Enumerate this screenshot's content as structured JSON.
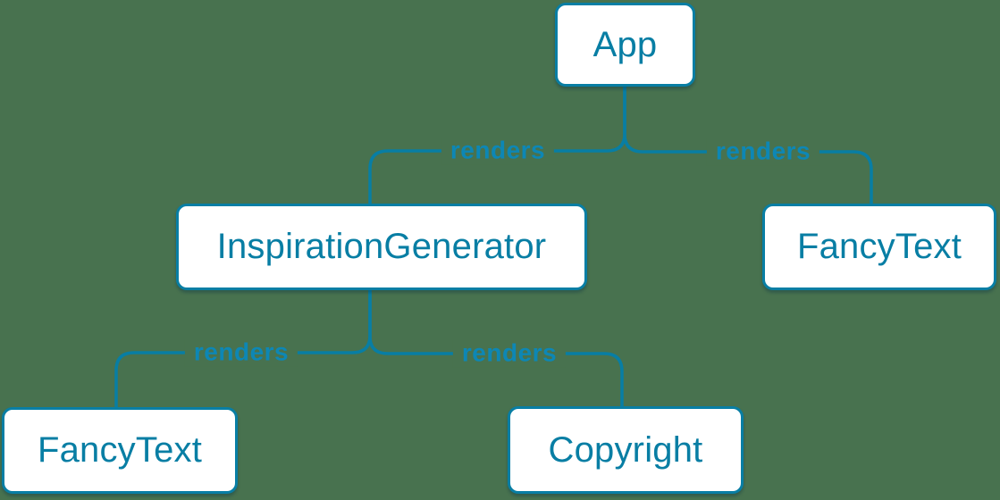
{
  "diagram": {
    "title": "component-render-tree",
    "colors": {
      "background": "#48724F",
      "accent": "#087ea4",
      "label_color": "#0d87b5",
      "node_fill": "#ffffff"
    },
    "nodes": [
      {
        "id": "app",
        "label": "App"
      },
      {
        "id": "inspiration-generator",
        "label": "InspirationGenerator"
      },
      {
        "id": "fancy-text-right",
        "label": "FancyText"
      },
      {
        "id": "fancy-text-left",
        "label": "FancyText"
      },
      {
        "id": "copyright",
        "label": "Copyright"
      }
    ],
    "edges": [
      {
        "from": "App",
        "to": "InspirationGenerator",
        "label": "renders"
      },
      {
        "from": "App",
        "to": "FancyText",
        "label": "renders"
      },
      {
        "from": "InspirationGenerator",
        "to": "FancyText",
        "label": "renders"
      },
      {
        "from": "InspirationGenerator",
        "to": "Copyright",
        "label": "renders"
      }
    ]
  }
}
